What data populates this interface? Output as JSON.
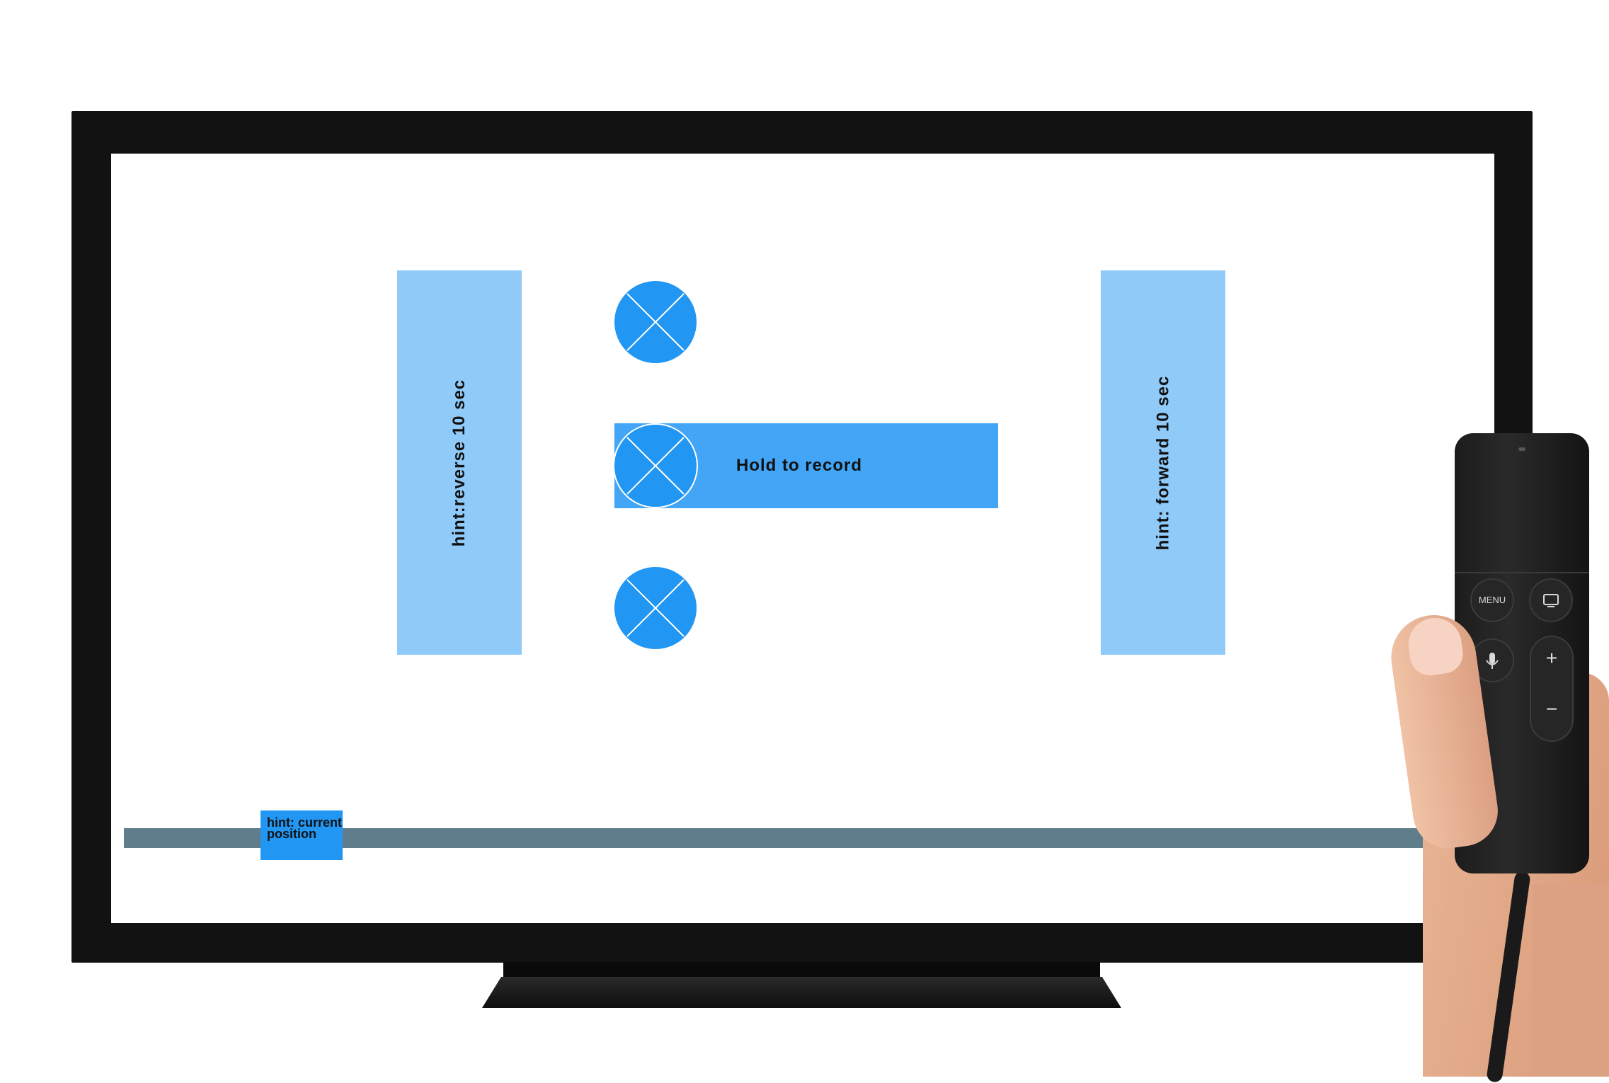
{
  "screen": {
    "hint_reverse": "hint:reverse 10 sec",
    "hint_forward": "hint: forward 10 sec",
    "record_label": "Hold to record",
    "position_hint": "hint: current position"
  },
  "remote": {
    "menu_label": "MENU",
    "volume_up": "+",
    "volume_down": "−"
  },
  "colors": {
    "hint_panel": "#90caf9",
    "button": "#2196f3",
    "record_bar": "#42a5f5",
    "timeline": "#607d8b",
    "tv_bezel": "#121212"
  },
  "icons": {
    "round_buttons": "placeholder-x-icon",
    "tv_button": "tv-icon",
    "mic_button": "microphone-icon"
  }
}
